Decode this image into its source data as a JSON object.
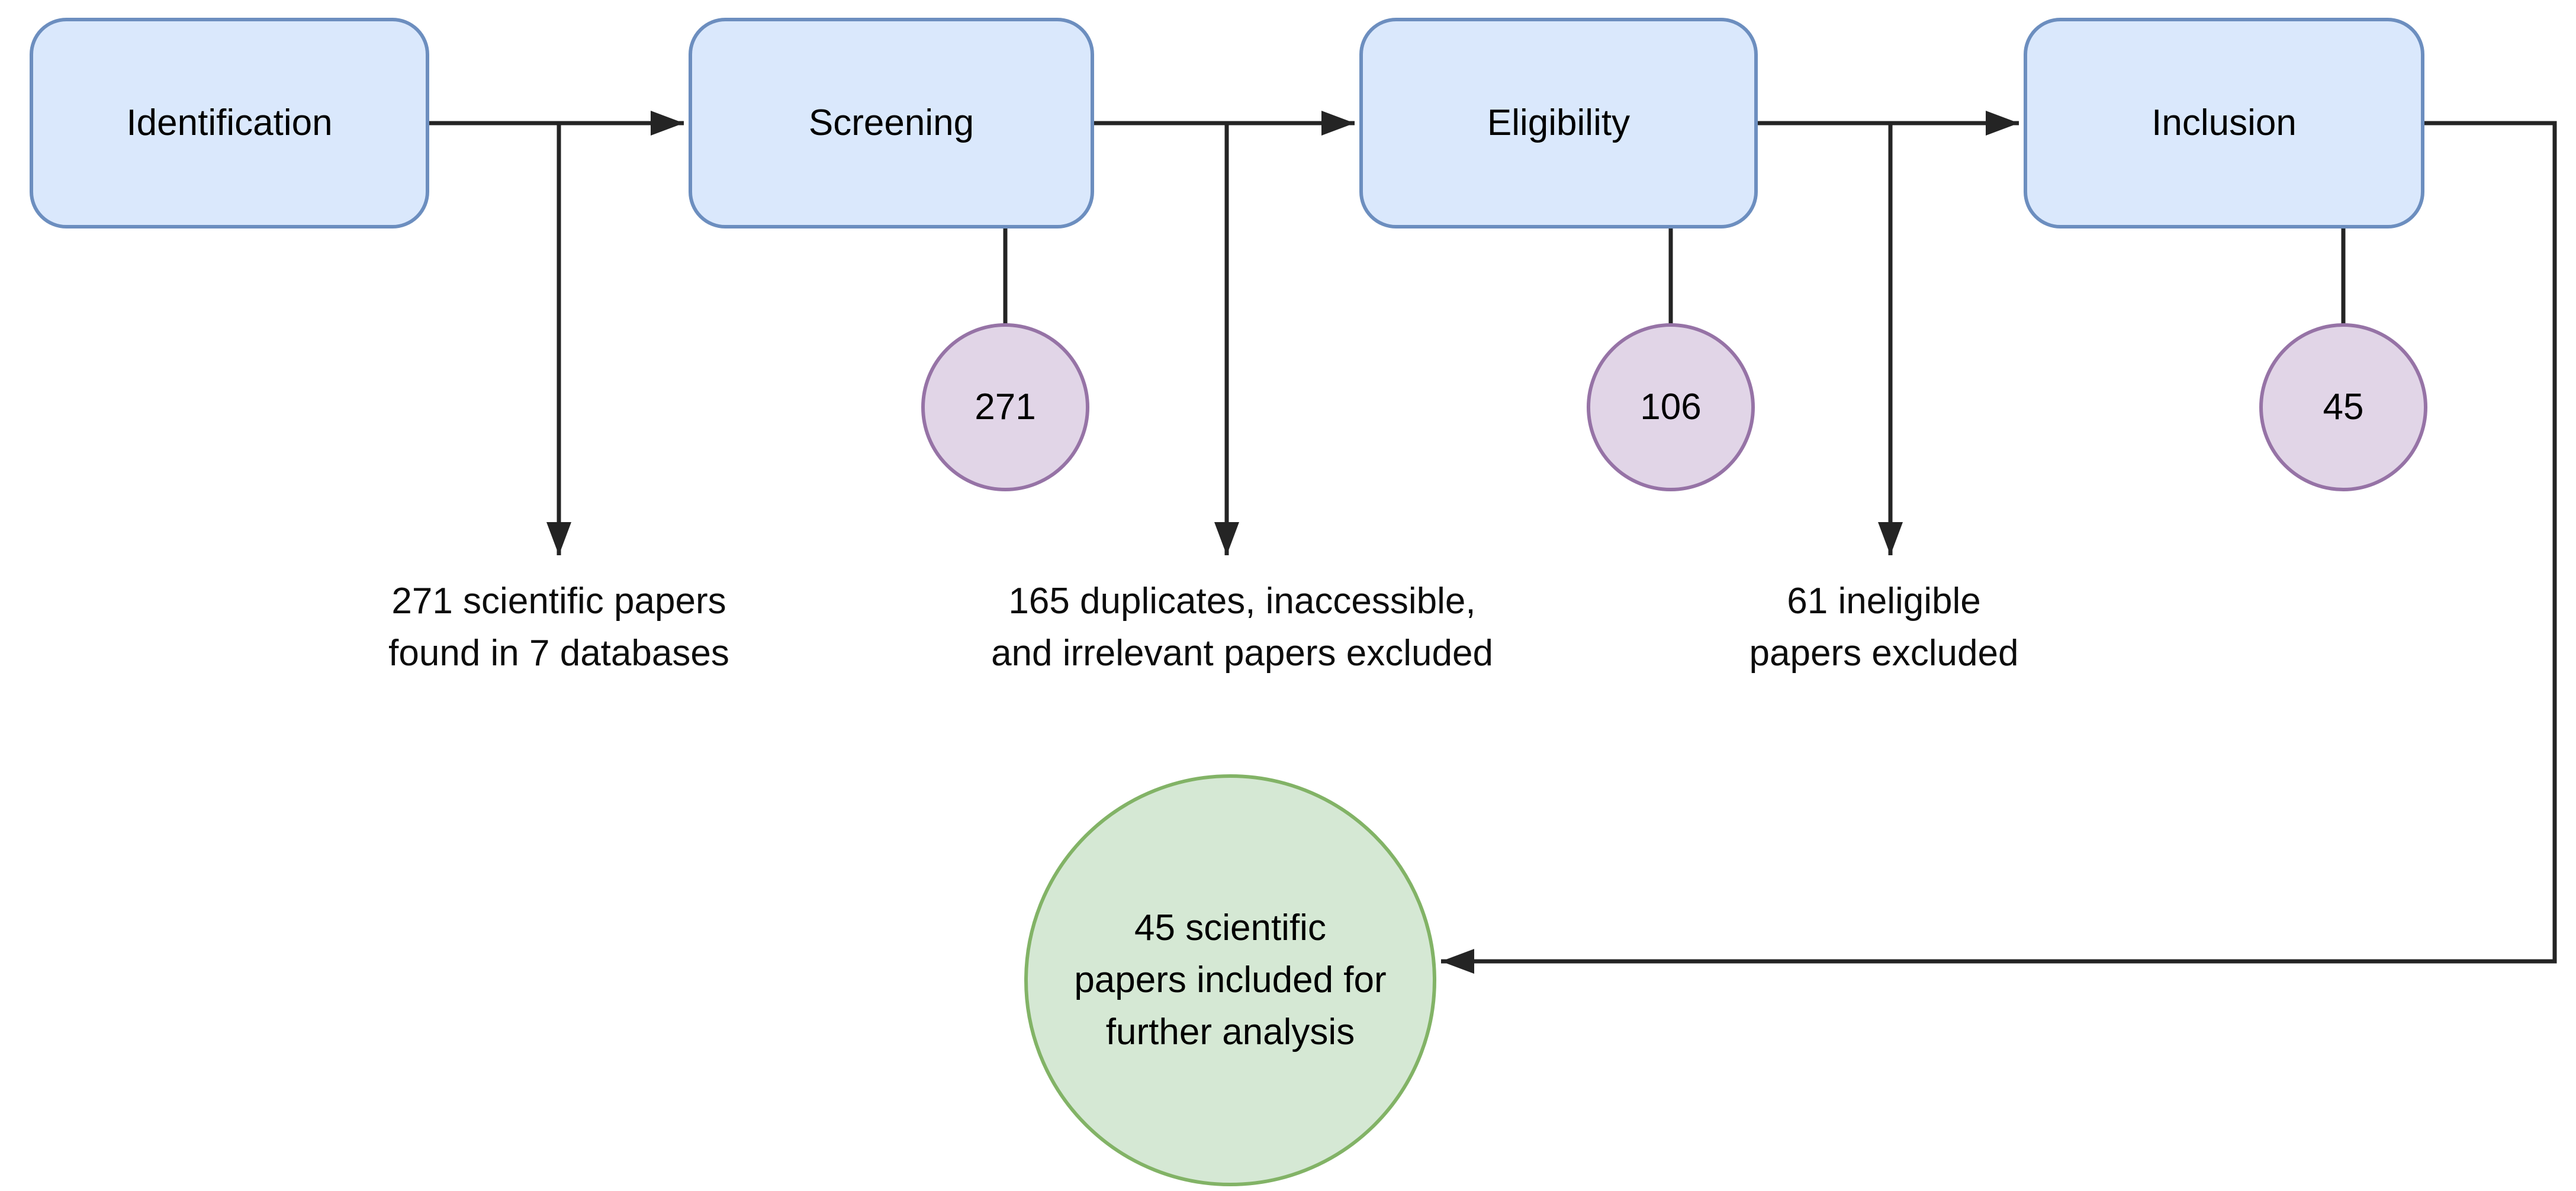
{
  "flowchart": {
    "stages": [
      {
        "label": "Identification"
      },
      {
        "label": "Screening",
        "count": "271"
      },
      {
        "label": "Eligibility",
        "count": "106"
      },
      {
        "label": "Inclusion",
        "count": "45"
      }
    ],
    "branch_notes": [
      {
        "text": "271 scientific papers\nfound in 7 databases"
      },
      {
        "text": "165 duplicates, inaccessible,\nand irrelevant papers excluded"
      },
      {
        "text": "61 ineligible\npapers excluded"
      }
    ],
    "result": {
      "text": "45 scientific\npapers included for\nfurther analysis"
    },
    "colors": {
      "stage_fill": "#dae8fc",
      "stage_stroke": "#6c8ebf",
      "count_fill": "#e1d5e7",
      "count_stroke": "#9673a6",
      "result_fill": "#d5e8d4",
      "result_stroke": "#82b366",
      "line": "#242424",
      "text": "#000000",
      "background": "#ffffff"
    }
  }
}
